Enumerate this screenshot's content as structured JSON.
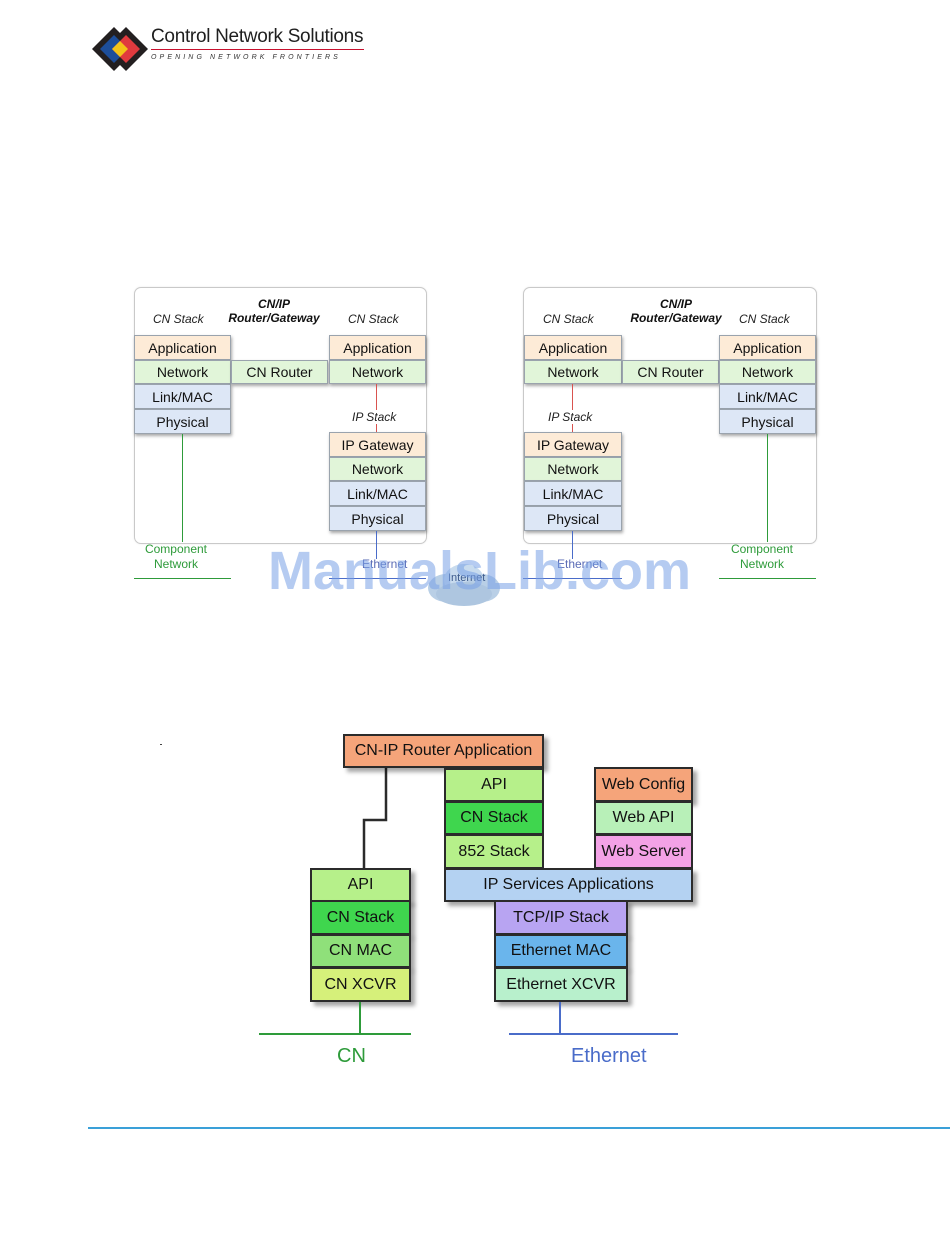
{
  "brand": {
    "name": "Control Network Solutions",
    "tagline": "OPENING NETWORK FRONTIERS",
    "logo_colors": [
      "#e03a3e",
      "#f3c318",
      "#1d4e9a",
      "#231f20"
    ]
  },
  "diagram1": {
    "left": {
      "cn_stack_left": "CN Stack",
      "router_title": "CN/IP\nRouter/Gateway",
      "cn_stack_right": "CN Stack",
      "left_stack": [
        "Application",
        "Network",
        "Link/MAC",
        "Physical"
      ],
      "router": "CN Router",
      "right_stack": [
        "Application",
        "Network"
      ],
      "ip_stack_label": "IP Stack",
      "ip_stack": [
        "IP Gateway",
        "Network",
        "Link/MAC",
        "Physical"
      ],
      "component_network": "Component\nNetwork",
      "ethernet": "Ethernet"
    },
    "right": {
      "cn_stack_left": "CN Stack",
      "router_title": "CN/IP\nRouter/Gateway",
      "cn_stack_right": "CN Stack",
      "left_stack": [
        "Application",
        "Network"
      ],
      "router": "CN Router",
      "right_stack": [
        "Application",
        "Network",
        "Link/MAC",
        "Physical"
      ],
      "ip_stack_label": "IP Stack",
      "ip_stack": [
        "IP Gateway",
        "Network",
        "Link/MAC",
        "Physical"
      ],
      "component_network": "Component\nNetwork",
      "ethernet": "Ethernet"
    },
    "internet": "Internet"
  },
  "diagram2": {
    "router_app": "CN-IP Router Application",
    "api_top": "API",
    "cn_stack_top": "CN Stack",
    "stack_852": "852 Stack",
    "web_config": "Web Config",
    "web_api": "Web API",
    "web_server": "Web Server",
    "ip_services": "IP Services Applications",
    "tcp_ip": "TCP/IP Stack",
    "eth_mac": "Ethernet MAC",
    "eth_xcvr": "Ethernet XCVR",
    "api_cn": "API",
    "cn_stack": "CN Stack",
    "cn_mac": "CN MAC",
    "cn_xcvr": "CN XCVR",
    "label_cn": "CN",
    "label_ethernet": "Ethernet"
  },
  "watermark": "ManualsLib.com",
  "colors": {
    "footer_rule": "#3aa0d8",
    "cn_line": "#2e9b3a",
    "eth_line": "#4a6cc9",
    "ip_link": "#d9534f"
  }
}
